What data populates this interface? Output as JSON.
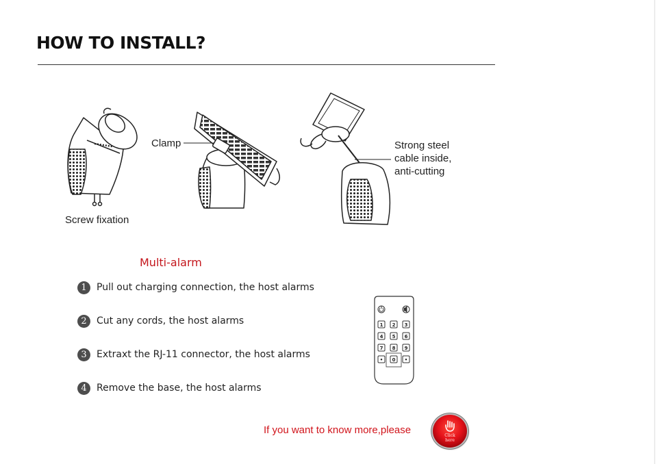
{
  "heading": "HOW TO INSTALL?",
  "callouts": {
    "clamp": "Clamp",
    "screw_fixation": "Screw fixation",
    "cable_line1": "Strong steel",
    "cable_line2": "cable inside,",
    "cable_line3": "anti-cutting"
  },
  "multi_alarm_title": "Multi-alarm",
  "steps": [
    {
      "num": "1",
      "text": "Pull out charging connection, the host alarms"
    },
    {
      "num": "2",
      "text": "Cut any cords, the host alarms"
    },
    {
      "num": "3",
      "text": "Extraxt the RJ-11 connector, the host alarms"
    },
    {
      "num": "4",
      "text": "Remove the base, the host alarms"
    }
  ],
  "remote": {
    "keys": [
      [
        "1",
        "2",
        "3"
      ],
      [
        "4",
        "5",
        "6"
      ],
      [
        "7",
        "8",
        "9"
      ],
      [
        "•",
        "0",
        "•"
      ]
    ],
    "icon_left": "power-icon",
    "icon_right": "mute-icon"
  },
  "cta": {
    "text": "If you want to know more,please",
    "button_line1": "Click",
    "button_line2": "here",
    "button_color": "#e4121a"
  },
  "colors": {
    "accent_red": "#c4161c",
    "badge": "#4d4d4d"
  }
}
